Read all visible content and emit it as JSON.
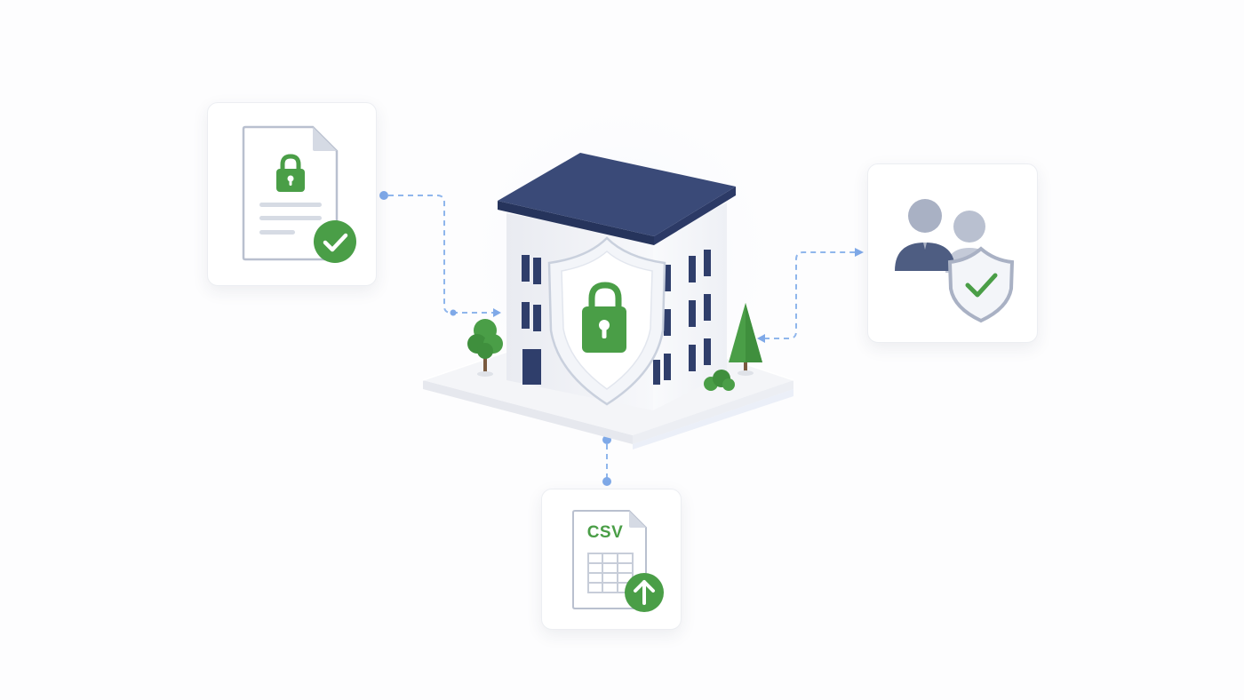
{
  "diagram": {
    "hub": {
      "icons": [
        "building-icon",
        "shield-icon",
        "lock-icon",
        "tree-icon"
      ]
    },
    "nodes": [
      {
        "id": "secure-document",
        "icons": [
          "document-icon",
          "lock-icon",
          "check-icon"
        ]
      },
      {
        "id": "verified-users",
        "icons": [
          "users-icon",
          "shield-icon",
          "check-icon"
        ]
      },
      {
        "id": "csv-upload",
        "label": "CSV",
        "icons": [
          "spreadsheet-icon",
          "upload-arrow-icon"
        ]
      }
    ]
  },
  "colors": {
    "background": "#fdfdfe",
    "roof": "#3a4a78",
    "green": "#4a9e47",
    "connector": "#8fb6ec",
    "muted_icon": "#a9b1c4",
    "person": "#4e5d82"
  }
}
